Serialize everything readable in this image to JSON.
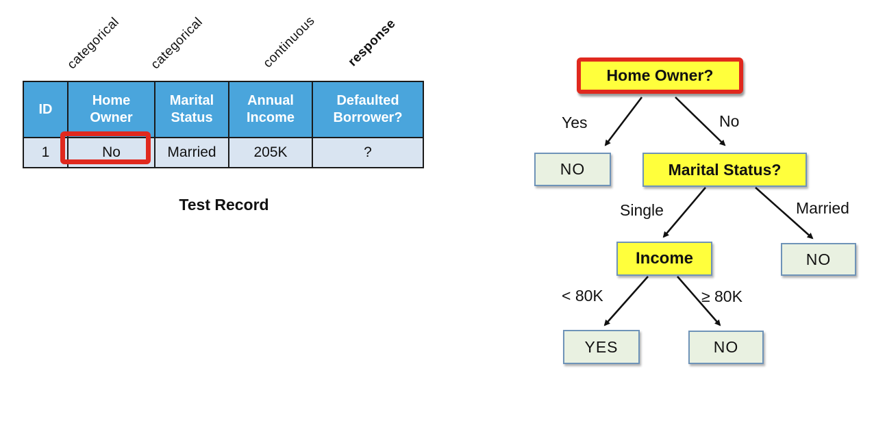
{
  "table": {
    "caption": "Test Record",
    "type_labels": [
      {
        "text": "categorical"
      },
      {
        "text": "categorical"
      },
      {
        "text": "continuous"
      },
      {
        "text": "response"
      }
    ],
    "headers": [
      "ID",
      "Home Owner",
      "Marital Status",
      "Annual Income",
      "Defaulted Borrower?"
    ],
    "row": [
      "1",
      "No",
      "Married",
      "205K",
      "?"
    ]
  },
  "tree": {
    "nodes": {
      "root": "Home Owner?",
      "marital": "Marital Status?",
      "income": "Income",
      "leaf_no_left": "NO",
      "leaf_no_right": "NO",
      "leaf_yes": "YES",
      "leaf_no_bottom": "NO"
    },
    "edges": {
      "yes": "Yes",
      "no": "No",
      "single": "Single",
      "married": "Married",
      "lt80k": "< 80K",
      "ge80k": "≥ 80K"
    }
  },
  "colors": {
    "header_blue": "#4AA5DC",
    "row_blue": "#D9E4F1",
    "highlight_red": "#E0291E",
    "node_yellow": "#FFFF3C",
    "leaf_green": "#E9F1E1",
    "leaf_border": "#6E93B8"
  }
}
